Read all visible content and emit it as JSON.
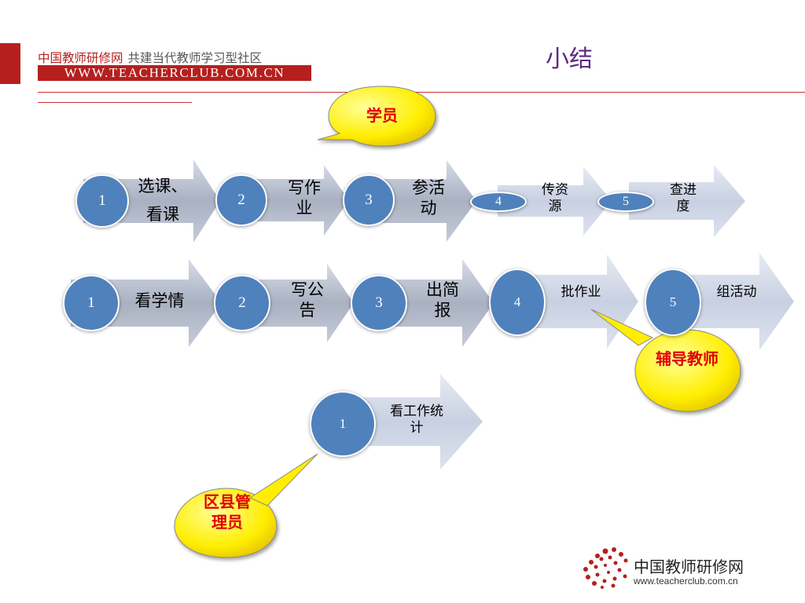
{
  "header": {
    "brand_cn": "中国教师研修网",
    "slogan": "共建当代教师学习型社区",
    "url": "WWW.TEACHERCLUB.COM.CN"
  },
  "title": "小结",
  "roles": {
    "student": "学员",
    "tutor": "辅导教师",
    "admin": "区县管理员"
  },
  "rows": [
    {
      "role": "学员",
      "steps": [
        {
          "num": "1",
          "label": "选课、看课"
        },
        {
          "num": "2",
          "label": "写作业"
        },
        {
          "num": "3",
          "label": "参活动"
        },
        {
          "num": "4",
          "label": "传资源"
        },
        {
          "num": "5",
          "label": "查进度"
        }
      ]
    },
    {
      "role": "辅导教师",
      "steps": [
        {
          "num": "1",
          "label": "看学情"
        },
        {
          "num": "2",
          "label": "写公告"
        },
        {
          "num": "3",
          "label": "出简报"
        },
        {
          "num": "4",
          "label": "批作业"
        },
        {
          "num": "5",
          "label": "组活动"
        }
      ]
    },
    {
      "role": "区县管理员",
      "steps": [
        {
          "num": "1",
          "label": "看工作统计"
        }
      ]
    }
  ],
  "footer_logo": {
    "name": "中国教师研修网",
    "url": "www.teacherclub.com.cn"
  }
}
